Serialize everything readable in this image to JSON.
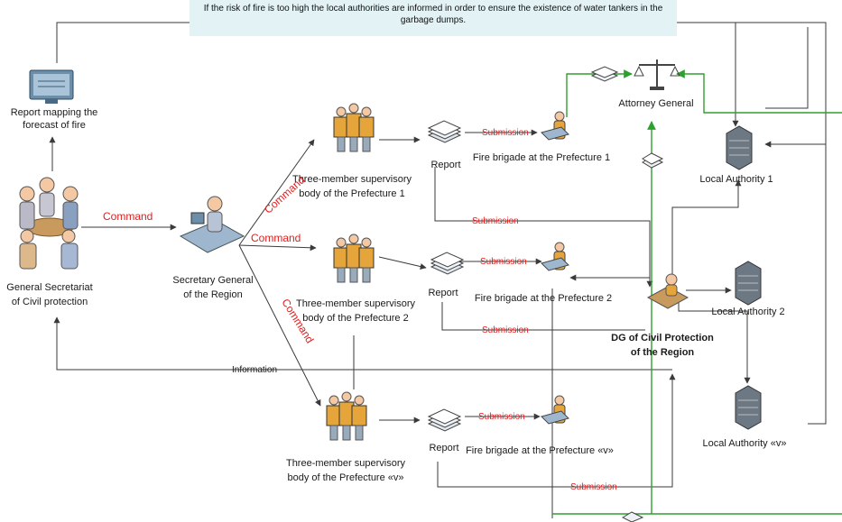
{
  "top_note": "If the risk of fire is too high the local authorities are informed in order to ensure the existence of water tankers in the garbage dumps.",
  "nodes": {
    "report_mapping": [
      "Report mapping the",
      "forecast of fire"
    ],
    "general_secretariat": [
      "General Secretariat",
      "of Civil protection"
    ],
    "secretary_general": [
      "Secretary General",
      "of the Region"
    ],
    "tmsb1": [
      "Three-member supervisory",
      "body of the Prefecture 1"
    ],
    "tmsb2": [
      "Three-member supervisory",
      "body of the Prefecture 2"
    ],
    "tmsbv": [
      "Three-member supervisory",
      "body of the Prefecture «v»"
    ],
    "report1": "Report",
    "report2": "Report",
    "reportv": "Report",
    "fire1": "Fire brigade at the Prefecture 1",
    "fire2": "Fire brigade at the Prefecture 2",
    "firev": "Fire brigade at the Prefecture «v»",
    "attorney": "Attorney General",
    "la1": "Local Authority 1",
    "la2": "Local Authority 2",
    "lav": "Local Authority «v»",
    "dg": [
      "DG of Civil Protection",
      "of the Region"
    ]
  },
  "edge_labels": {
    "command_main": "Command",
    "command1": "Command",
    "command2": "Command",
    "commandv": "Command",
    "submission": "Submission",
    "information": "Information"
  },
  "colors": {
    "arrow": "#3a3a3a",
    "green": "#2ea02e",
    "red_label": "#e02020",
    "note_bg": "#e2f2f5"
  }
}
